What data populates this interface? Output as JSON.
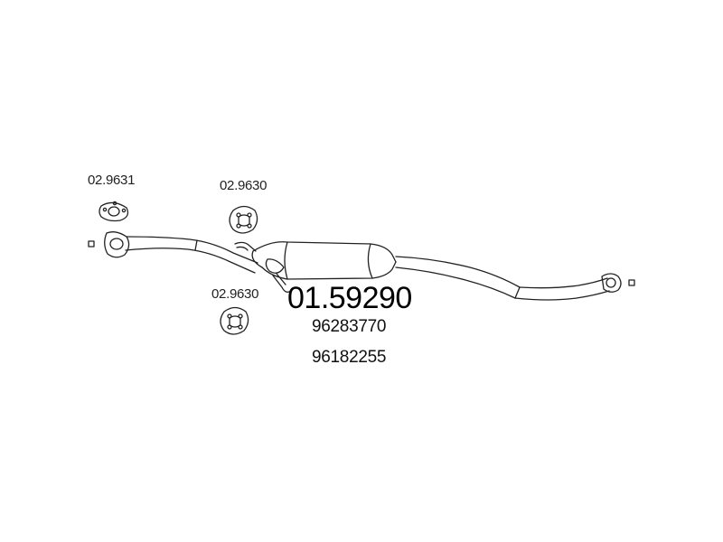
{
  "diagram": {
    "part_number": "01.59290",
    "oem_numbers": [
      "96283770",
      "96182255"
    ],
    "components": [
      {
        "name": "gasket",
        "ref": "02.9631"
      },
      {
        "name": "rubber-mount-upper",
        "ref": "02.9630"
      },
      {
        "name": "rubber-mount-lower",
        "ref": "02.9630"
      }
    ]
  }
}
